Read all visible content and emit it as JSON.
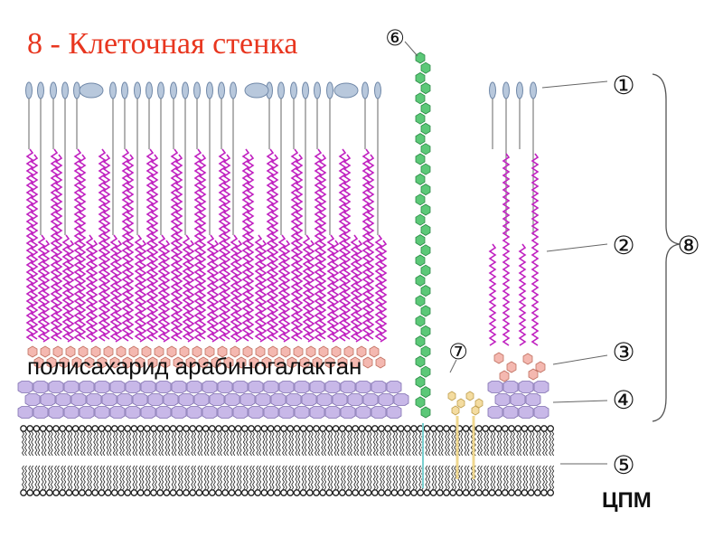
{
  "title": "8 - Клеточная стенка",
  "polysaccharide_label": "полисахарид арабиногалактан",
  "membrane_label": "ЦПМ",
  "markers": {
    "m1": "①",
    "m2": "②",
    "m3": "③",
    "m4": "④",
    "m5": "⑤",
    "m6": "⑥",
    "m7": "⑦",
    "m8": "⑧"
  },
  "colors": {
    "title": "#e8361f",
    "mycolic": "#c020c0",
    "head": "#b8c8dc",
    "peptidoglycan": "#c8b8e8",
    "arabinogalactan": "#f4b8b0",
    "lipoarabinomannan": "#5cc878",
    "lipomannan": "#f4dca0",
    "membrane": "#333333"
  }
}
